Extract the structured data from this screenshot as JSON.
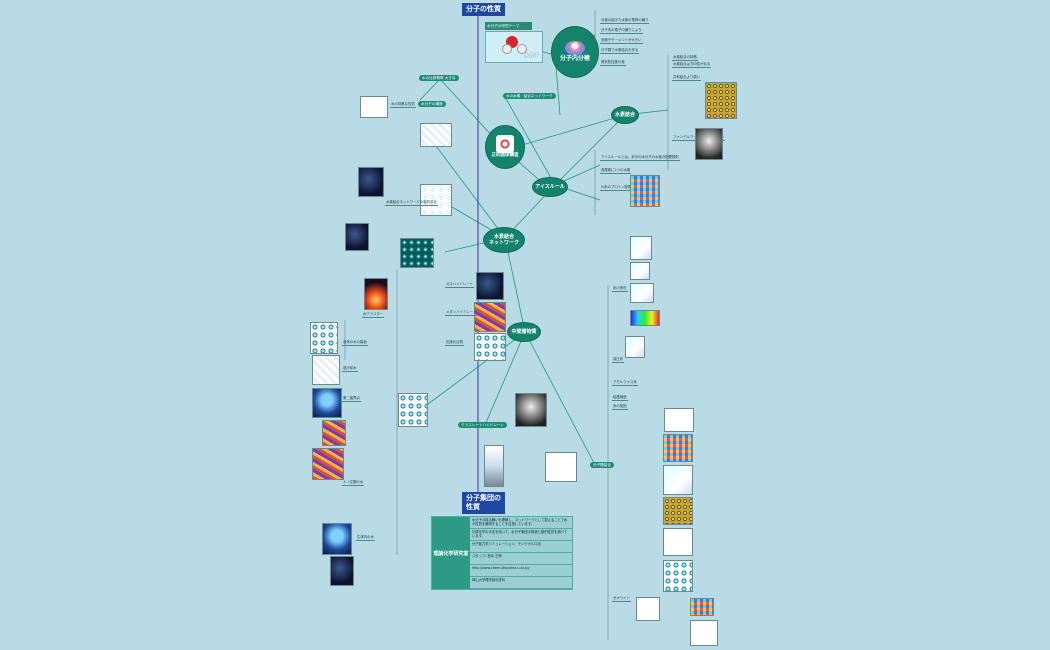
{
  "top_title": "分子の性質",
  "bottom_title": "分子集団の\n性質",
  "water_molecule_header": "水分子の研究テーマ",
  "water_molecule_caption": "水分子",
  "hubs": {
    "intra": "分子内分極",
    "tetra": "正四面体構造",
    "hbond": "水素結合",
    "ice_rules": "アイスルール",
    "network": "水素結合\nネットワーク",
    "intermediate": "中間層物質"
  },
  "pills": {
    "dipole": "水の比誘電率 大きな",
    "tetra_angle": "水の水素 · 結合ネットワーク",
    "hbond_sp": "分子間結合",
    "structure": "水分子の構造",
    "clathrate": "クラスレートハイドレート"
  },
  "labels": {
    "intra_1": "分極の起きた水素の電荷の偏り",
    "intra_2": "分子内の電子の偏りにより",
    "intra_3": "双極子モーメントが大きい",
    "intra_4": "分子間で水素結合を作る",
    "intra_5": "電気陰性度の差",
    "hb_1": "水素結合の特徴",
    "hb_2": "水素結合は方向性がある",
    "hb_3": "共有結合より弱い",
    "hb_4": "ファンデルワールス力よりは強い",
    "ice_1": "アイスルールとは、氷中の水分子の水素の配置規則",
    "ice_2": "各酸素に2つの水素",
    "ice_3": "Ih氷のプロトン配置",
    "net_1": "水の特異な性質",
    "net_2": "水素結合ネットワークの動的変化",
    "mid_1": "ガスハイドレート",
    "mid_2": "メタンハイドレート",
    "mid_3": "包接化合物",
    "right_1": "氷の多形",
    "right_2": "高圧氷",
    "right_3": "アモルファス氷",
    "right_4": "結晶構造",
    "right_5": "氷の相図",
    "left_1": "水クラスター",
    "left_2": "液体の水の構造",
    "left_3": "過冷却水",
    "left_4": "第二臨界点",
    "left_5": "ナノ空間の水",
    "left_6": "生体内の水",
    "right_bottom": "ゼオライト"
  },
  "theory": {
    "label": "理論化学研究室",
    "rows": [
      "水分子の振る舞いを理解し、ネットワークとして捉えることで水の性質を解明することを目指しています。",
      "計算化学の手法を用いて、水分子集団の構造と動的性質を調べています。",
      "分子動力学シミュレーション、モンテカルロ法",
      "スタッフ: 松本 正和",
      "http://www.chem.okayama-u.ac.jp/",
      "岡山大学理学部化学科"
    ]
  }
}
